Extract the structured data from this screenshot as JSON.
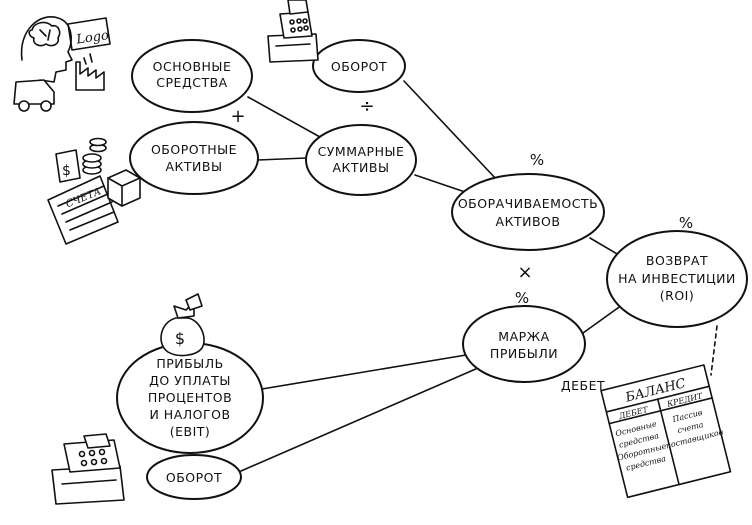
{
  "nodes": {
    "fixed_assets": [
      "ОСНОВНЫЕ",
      "СРЕДСТВА"
    ],
    "current_assets": [
      "ОБОРОТНЫЕ",
      "АКТИВЫ"
    ],
    "turnover_top": [
      "ОБОРОТ"
    ],
    "total_assets": [
      "СУММАРНЫЕ",
      "АКТИВЫ"
    ],
    "asset_turnover": [
      "ОБОРАЧИВАЕМОСТЬ",
      "АКТИВОВ"
    ],
    "roi": [
      "ВОЗВРАТ",
      "НА ИНВЕСТИЦИИ",
      "(ROI)"
    ],
    "profit_margin": [
      "МАРЖА",
      "ПРИБЫЛИ"
    ],
    "ebit": [
      "ПРИБЫЛЬ",
      "ДО УПЛАТЫ",
      "ПРОЦЕНТОВ",
      "И НАЛОГОВ",
      "(EBIT)"
    ],
    "turnover_bottom": [
      "ОБОРОТ"
    ]
  },
  "operators": {
    "plus": "+",
    "divide": "÷",
    "multiply": "×",
    "percent": "%"
  },
  "debit_label": "ДЕБЕТ",
  "balance_sheet": {
    "title": "БАЛАНС",
    "debit": "ДЕБЕТ",
    "credit": "КРЕДИТ",
    "left_lines": [
      "Основные",
      "средства",
      "Оборотные",
      "средства"
    ],
    "right_lines": [
      "Пассив",
      "счета",
      "поставщиков"
    ]
  },
  "icons": {
    "logo_text": "Logo",
    "invoice_text": "СЧЕТА",
    "dollar": "$"
  }
}
